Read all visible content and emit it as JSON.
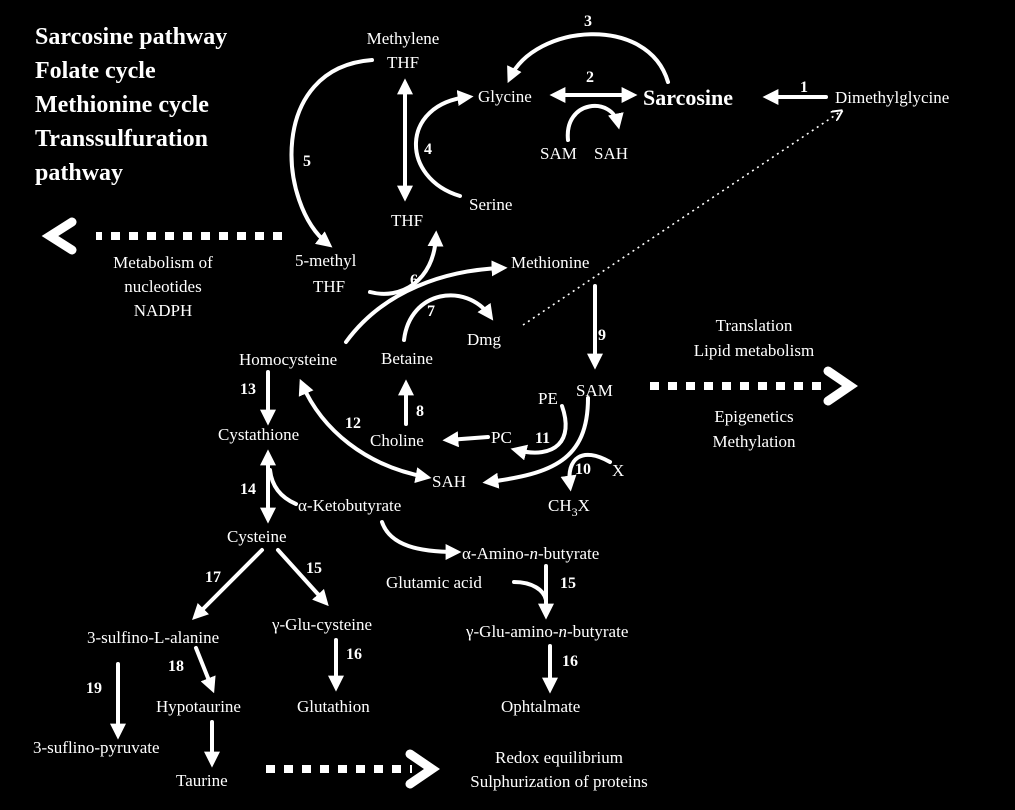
{
  "legend": [
    "Sarcosine pathway",
    "Folate cycle",
    "Methionine cycle",
    "Transsulfuration",
    "pathway"
  ],
  "nodes": {
    "methylene_thf_1": "Methylene",
    "methylene_thf_2": "THF",
    "glycine": "Glycine",
    "sarcosine": "Sarcosine",
    "dimethylglycine": "Dimethylglycine",
    "sam_top": "SAM",
    "sah_top": "SAH",
    "serine": "Serine",
    "thf": "THF",
    "methyl_thf_1": "5-methyl",
    "methyl_thf_2": "THF",
    "methionine": "Methionine",
    "dmg": "Dmg",
    "homocysteine": "Homocysteine",
    "betaine": "Betaine",
    "sam": "SAM",
    "pe": "PE",
    "pc": "PC",
    "choline": "Choline",
    "x": "X",
    "sah": "SAH",
    "ch3x": "CH",
    "ch3x_sub": "3",
    "ch3x_end": "X",
    "cystathione": "Cystathione",
    "ketobutyrate": "α-Ketobutyrate",
    "cysteine": "Cysteine",
    "aminobutyrate_a": "α-Amino-",
    "aminobutyrate_n": "n",
    "aminobutyrate_b": "-butyrate",
    "glutamic_acid": "Glutamic acid",
    "sulfinoalanine": "3-sulfino-L-alanine",
    "glu_cysteine": "γ-Glu-cysteine",
    "glu_aminobutyrate_a": "γ-Glu-amino-",
    "glu_aminobutyrate_n": "n",
    "glu_aminobutyrate_b": "-butyrate",
    "hypotaurine": "Hypotaurine",
    "glutathion": "Glutathion",
    "ophtalmate": "Ophtalmate",
    "sulfinopyruvate": "3-suflino-pyruvate",
    "taurine": "Taurine"
  },
  "outputs": {
    "nucleotides_1": "Metabolism of",
    "nucleotides_2": "nucleotides",
    "nucleotides_3": "NADPH",
    "translation_1": "Translation",
    "translation_2": "Lipid metabolism",
    "epigenetics_1": "Epigenetics",
    "epigenetics_2": "Methylation",
    "redox_1": "Redox equilibrium",
    "redox_2": "Sulphurization of proteins"
  },
  "reactions": {
    "r1": "1",
    "r2": "2",
    "r3": "3",
    "r4": "4",
    "r5": "5",
    "r6": "6",
    "r7": "7",
    "r8": "8",
    "r9": "9",
    "r10": "10",
    "r11": "11",
    "r12": "12",
    "r13": "13",
    "r14": "14",
    "r15a": "15",
    "r15b": "15",
    "r16a": "16",
    "r16b": "16",
    "r17": "17",
    "r18": "18",
    "r19": "19"
  },
  "colors": {
    "background": "#000000",
    "foreground": "#ffffff"
  }
}
